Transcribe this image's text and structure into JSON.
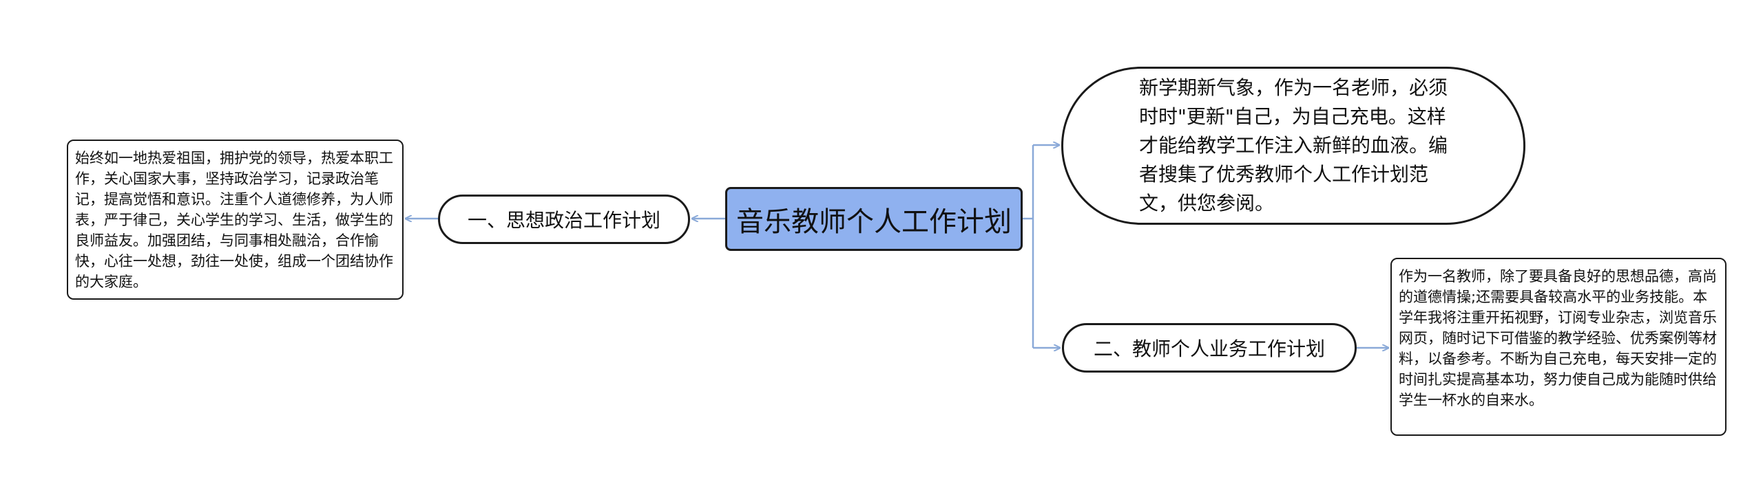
{
  "mindmap": {
    "root": {
      "label": "音乐教师个人工作计划"
    },
    "intro": {
      "text": "新学期新气象，作为一名老师，必须时时\"更新\"自己，为自己充电。这样才能给教学工作注入新鲜的血液。编者搜集了优秀教师个人工作计划范文，供您参阅。"
    },
    "branches": [
      {
        "label": "一、思想政治工作计划",
        "detail": "始终如一地热爱祖国，拥护党的领导，热爱本职工作，关心国家大事，坚持政治学习，记录政治笔记，提高觉悟和意识。注重个人道德修养，为人师表，严于律己，关心学生的学习、生活，做学生的良师益友。加强团结，与同事相处融洽，合作愉快，心往一处想，劲往一处使，组成一个团结协作的大家庭。"
      },
      {
        "label": "二、教师个人业务工作计划",
        "detail": "作为一名教师，除了要具备良好的思想品德，高尚的道德情操;还需要具备较高水平的业务技能。本学年我将注重开拓视野，订阅专业杂志，浏览音乐网页，随时记下可借鉴的教学经验、优秀案例等材料，以备参考。不断为自己充电，每天安排一定的时间扎实提高基本功，努力使自己成为能随时供给学生一杯水的自来水。"
      }
    ],
    "colors": {
      "root_fill": "#8fb1ef",
      "connector": "#8aa9d8",
      "border": "#1a1a1a"
    }
  }
}
